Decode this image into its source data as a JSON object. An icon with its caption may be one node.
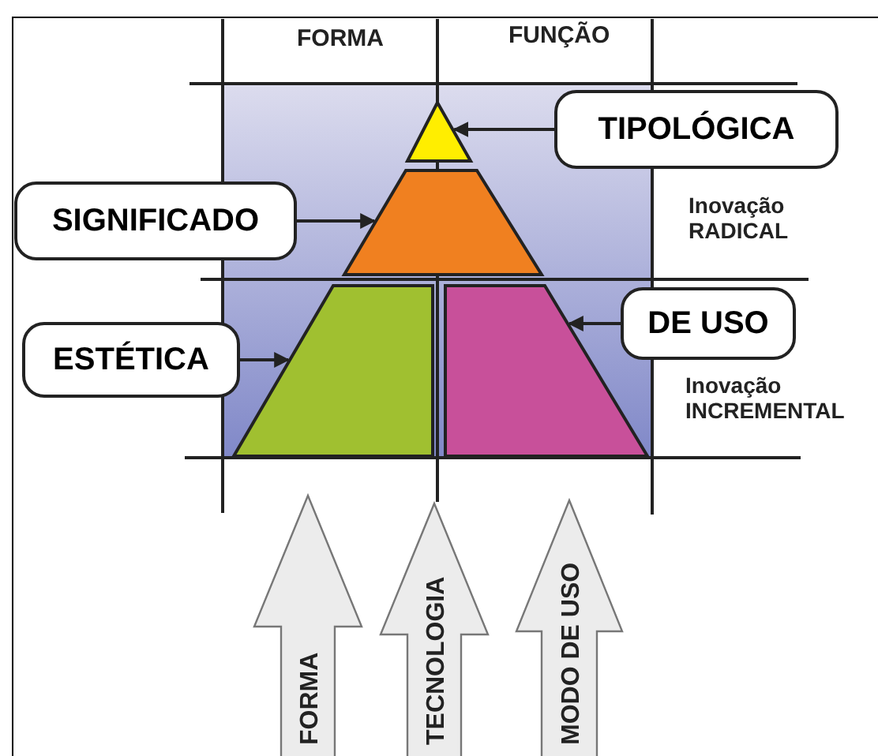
{
  "diagram": {
    "nodes": [
      {
        "text": [
          "TIPOLÓGICA"
        ]
      },
      {
        "text": [],
        "shape": "triangle"
      },
      {
        "text": [
          "SIGNIFICADO"
        ]
      },
      {
        "text": [],
        "shape": "trapezoid"
      },
      {
        "text": [
          "ESTÉTICA"
        ]
      },
      {
        "text": [],
        "shape": "trapezoid"
      },
      {
        "text": [],
        "shape": "trapezoid"
      },
      {
        "text": [
          "DE USO"
        ]
      },
      {
        "text": [
          "FORMA"
        ]
      },
      {
        "text": [
          "TECNOLOGIA"
        ]
      },
      {
        "text": [
          "MODO DE USO"
        ]
      }
    ],
    "edges": [
      {
        "from": 0,
        "to": 1,
        "arrow": "to"
      },
      {
        "from": 2,
        "to": 3,
        "arrow": "to"
      },
      {
        "from": 4,
        "to": 5,
        "arrow": "to"
      },
      {
        "from": 7,
        "to": 6,
        "arrow": "to"
      }
    ],
    "labels": [
      "FORMA",
      "FUNÇÃO",
      "Inovação RADICAL",
      "Inovação INCREMENTAL"
    ]
  }
}
